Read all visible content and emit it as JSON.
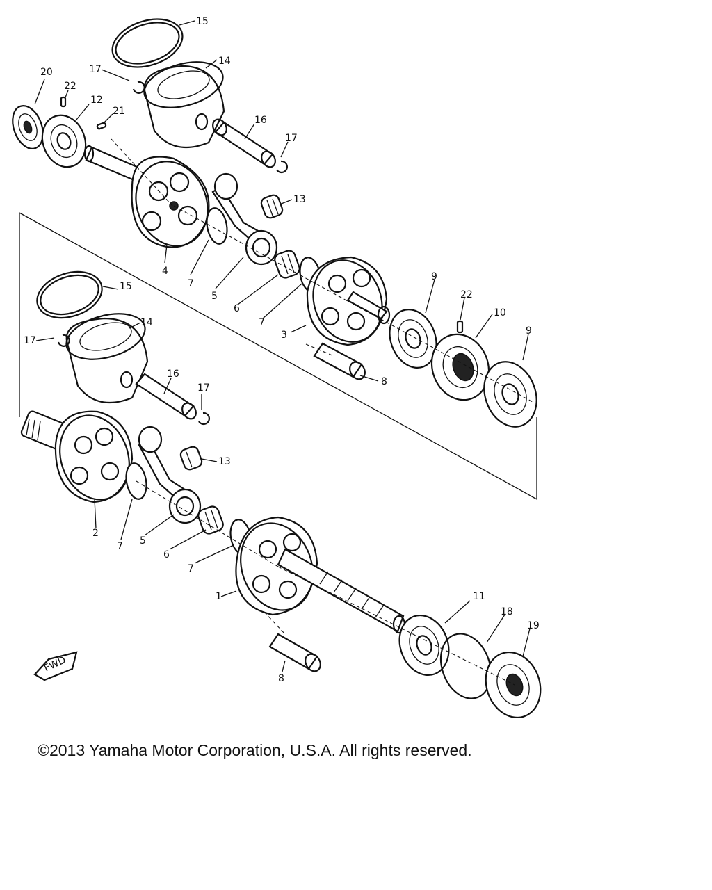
{
  "copyright": "©2013 Yamaha Motor Corporation, U.S.A. All rights reserved.",
  "fwd_marker": "FWD",
  "callouts": [
    {
      "id": "c15a",
      "label": "15"
    },
    {
      "id": "c14a",
      "label": "14"
    },
    {
      "id": "c20",
      "label": "20"
    },
    {
      "id": "c17a",
      "label": "17"
    },
    {
      "id": "c22a",
      "label": "22"
    },
    {
      "id": "c12",
      "label": "12"
    },
    {
      "id": "c21",
      "label": "21"
    },
    {
      "id": "c16a",
      "label": "16"
    },
    {
      "id": "c17b",
      "label": "17"
    },
    {
      "id": "c13a",
      "label": "13"
    },
    {
      "id": "c4",
      "label": "4"
    },
    {
      "id": "c7a",
      "label": "7"
    },
    {
      "id": "c5a",
      "label": "5"
    },
    {
      "id": "c6a",
      "label": "6"
    },
    {
      "id": "c7b",
      "label": "7"
    },
    {
      "id": "c3",
      "label": "3"
    },
    {
      "id": "c9a",
      "label": "9"
    },
    {
      "id": "c22b",
      "label": "22"
    },
    {
      "id": "c10",
      "label": "10"
    },
    {
      "id": "c9b",
      "label": "9"
    },
    {
      "id": "c8a",
      "label": "8"
    },
    {
      "id": "c15b",
      "label": "15"
    },
    {
      "id": "c14b",
      "label": "14"
    },
    {
      "id": "c17c",
      "label": "17"
    },
    {
      "id": "c16b",
      "label": "16"
    },
    {
      "id": "c17d",
      "label": "17"
    },
    {
      "id": "c13b",
      "label": "13"
    },
    {
      "id": "c2",
      "label": "2"
    },
    {
      "id": "c7c",
      "label": "7"
    },
    {
      "id": "c5b",
      "label": "5"
    },
    {
      "id": "c6b",
      "label": "6"
    },
    {
      "id": "c7d",
      "label": "7"
    },
    {
      "id": "c1",
      "label": "1"
    },
    {
      "id": "c11",
      "label": "11"
    },
    {
      "id": "c18",
      "label": "18"
    },
    {
      "id": "c19",
      "label": "19"
    },
    {
      "id": "c8b",
      "label": "8"
    }
  ]
}
